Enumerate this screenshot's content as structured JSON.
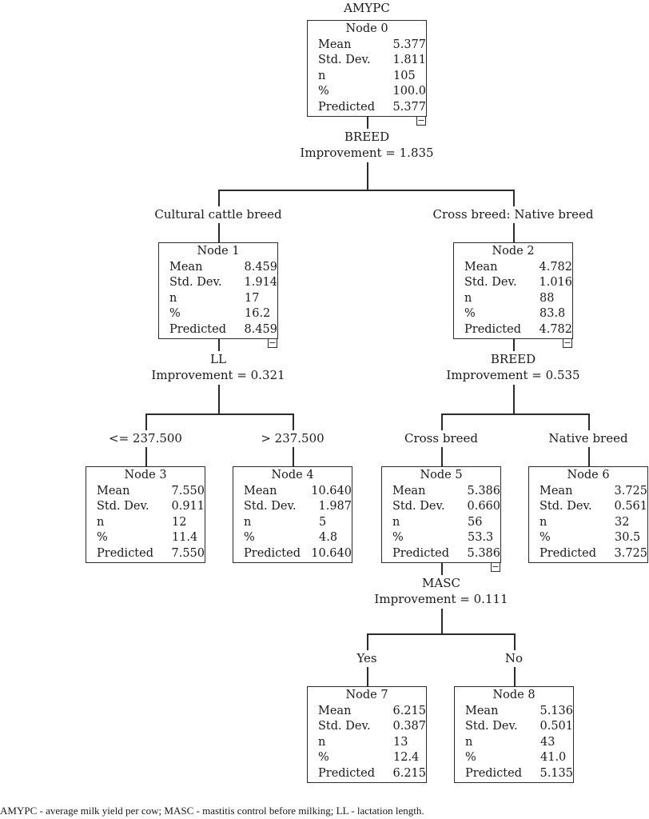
{
  "root_label": "AMYPC",
  "row_labels": [
    "Mean",
    "Std. Dev.",
    "n",
    "%",
    "Predicted"
  ],
  "collapse_icon": "minus-icon",
  "nodes": [
    {
      "id": 0,
      "title": "Node 0",
      "mean": "5.377",
      "std": "1.811",
      "n": "105",
      "pct": "100.0",
      "pred": "5.377",
      "collapsible": true
    },
    {
      "id": 1,
      "title": "Node 1",
      "mean": "8.459",
      "std": "1.914",
      "n": "17",
      "pct": "16.2",
      "pred": "8.459",
      "collapsible": true
    },
    {
      "id": 2,
      "title": "Node 2",
      "mean": "4.782",
      "std": "1.016",
      "n": "88",
      "pct": "83.8",
      "pred": "4.782",
      "collapsible": true
    },
    {
      "id": 3,
      "title": "Node 3",
      "mean": "7.550",
      "std": "0.911",
      "n": "12",
      "pct": "11.4",
      "pred": "7.550",
      "collapsible": false
    },
    {
      "id": 4,
      "title": "Node 4",
      "mean": "10.640",
      "std": "1.987",
      "n": "5",
      "pct": "4.8",
      "pred": "10.640",
      "collapsible": false
    },
    {
      "id": 5,
      "title": "Node 5",
      "mean": "5.386",
      "std": "0.660",
      "n": "56",
      "pct": "53.3",
      "pred": "5.386",
      "collapsible": true
    },
    {
      "id": 6,
      "title": "Node 6",
      "mean": "3.725",
      "std": "0.561",
      "n": "32",
      "pct": "30.5",
      "pred": "3.725",
      "collapsible": false
    },
    {
      "id": 7,
      "title": "Node 7",
      "mean": "6.215",
      "std": "0.387",
      "n": "13",
      "pct": "12.4",
      "pred": "6.215",
      "collapsible": false
    },
    {
      "id": 8,
      "title": "Node 8",
      "mean": "5.136",
      "std": "0.501",
      "n": "43",
      "pct": "41.0",
      "pred": "5.135",
      "collapsible": false
    }
  ],
  "splits": [
    {
      "parent": 0,
      "variable": "BREED",
      "improvement": "Improvement = 1.835",
      "children": [
        {
          "node": 1,
          "label": "Cultural cattle breed"
        },
        {
          "node": 2,
          "label": "Cross breed: Native breed"
        }
      ]
    },
    {
      "parent": 1,
      "variable": "LL",
      "improvement": "Improvement = 0.321",
      "children": [
        {
          "node": 3,
          "label": "<= 237.500"
        },
        {
          "node": 4,
          "label": "> 237.500"
        }
      ]
    },
    {
      "parent": 2,
      "variable": "BREED",
      "improvement": "Improvement = 0.535",
      "children": [
        {
          "node": 5,
          "label": "Cross breed"
        },
        {
          "node": 6,
          "label": "Native breed"
        }
      ]
    },
    {
      "parent": 5,
      "variable": "MASC",
      "improvement": "Improvement = 0.111",
      "children": [
        {
          "node": 7,
          "label": "Yes"
        },
        {
          "node": 8,
          "label": "No"
        }
      ]
    }
  ],
  "footnote": "AMYPC - average milk yield per cow; MASC - mastitis control before milking; LL - lactation length."
}
